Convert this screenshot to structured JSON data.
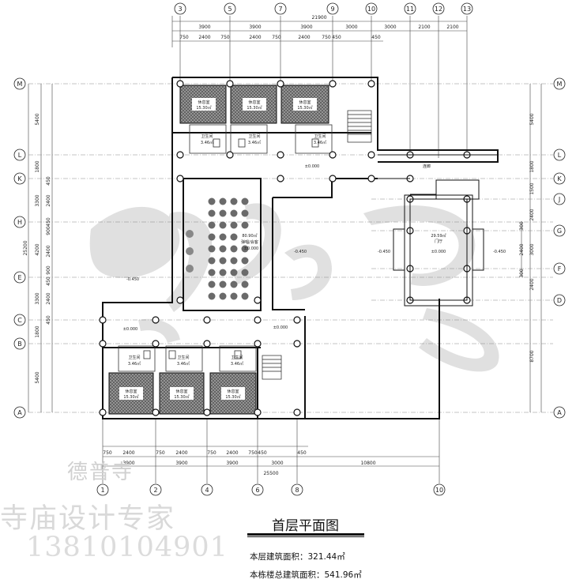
{
  "drawing": {
    "title": "首层平面图",
    "floor_area": "本层建筑面积：321.44㎡",
    "total_area": "本栋楼总建筑面积：541.96㎡"
  },
  "watermark": {
    "name": "德普寺",
    "slogan": "寺庙设计专家",
    "phone": "13810104901",
    "logo_text": "德普"
  },
  "top_axes": [
    "3",
    "5",
    "7",
    "9",
    "10",
    "11",
    "12",
    "13"
  ],
  "top_dims_main": [
    "3900",
    "3900",
    "3900",
    "3000",
    "3000",
    "2100",
    "2100"
  ],
  "top_dims_detail": [
    "750",
    "2400",
    "750",
    "2400",
    "750",
    "2400",
    "750",
    "450",
    "450"
  ],
  "top_total": "21900",
  "bottom_axes": [
    "1",
    "2",
    "4",
    "6",
    "8",
    "10"
  ],
  "bottom_dims_detail": [
    "750",
    "2400",
    "750",
    "2400",
    "750",
    "2400",
    "750",
    "450",
    "450"
  ],
  "bottom_dims_main": [
    "3900",
    "3900",
    "3900",
    "3000",
    "10800"
  ],
  "bottom_total": "25500",
  "left_axes": [
    "M",
    "L",
    "K",
    "H",
    "E",
    "C",
    "B",
    "A"
  ],
  "right_axes": [
    "M",
    "L",
    "K",
    "J",
    "G",
    "F",
    "D",
    "A"
  ],
  "left_dims": [
    "5400",
    "1800",
    "3300",
    "4200",
    "3300",
    "1800",
    "5400"
  ],
  "left_detail": [
    "450",
    "2400",
    "450",
    "900",
    "2400",
    "900",
    "450",
    "2400",
    "450"
  ],
  "left_total": "25200",
  "right_dims": [
    "5400",
    "1800",
    "1500",
    "2400",
    "3000",
    "2400",
    "8700"
  ],
  "right_detail": [
    "300",
    "2400",
    "300"
  ],
  "rooms": {
    "room_name": "休息室",
    "room_area": "15.30㎡",
    "toilet_name": "卫生间",
    "toilet_area": "3.46㎡",
    "hall_area": "80.90㎡",
    "hall_name": "弹唱/会客",
    "pavilion_area": "29.59㎡",
    "pavilion_name": "门厅",
    "corridor": "连廊"
  },
  "levels": {
    "zero": "±0.000",
    "minus": "-0.450"
  }
}
